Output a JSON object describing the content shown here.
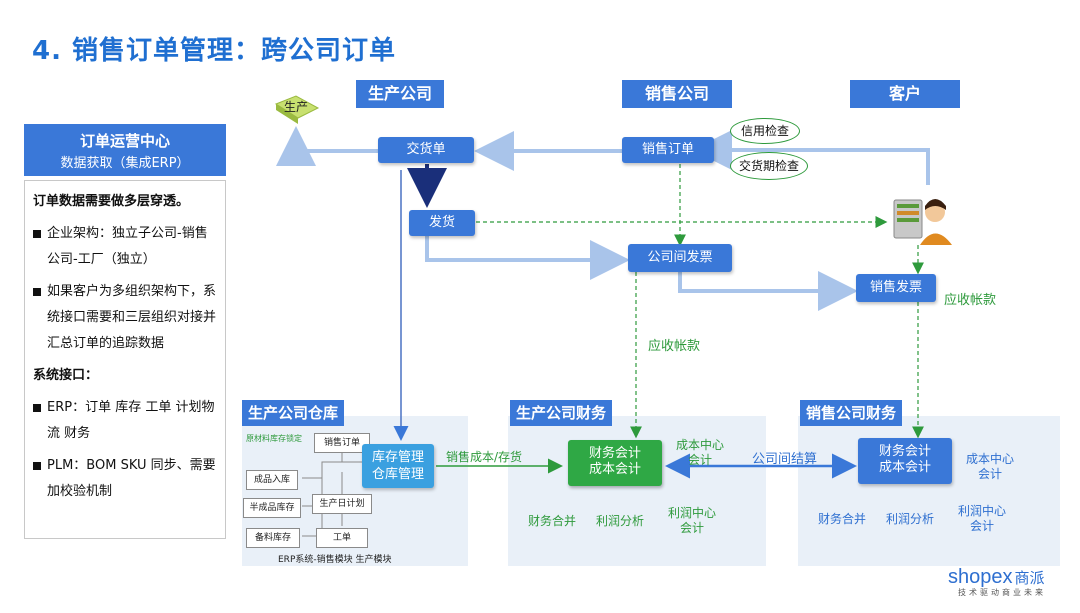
{
  "title": "4. 销售订单管理：跨公司订单",
  "left_panel": {
    "header_line1": "订单运营中心",
    "header_line2": "数据获取（集成ERP）",
    "intro": "订单数据需要做多层穿透。",
    "bullets_a": [
      "企业架构：独立子公司-销售公司-工厂（独立）",
      "如果客户为多组织架构下，系统接口需要和三层组织对接并汇总订单的追踪数据"
    ],
    "interface_label": "系统接口：",
    "bullets_b": [
      "ERP：订单 库存 工单 计划物流 财务",
      "PLM：BOM SKU 同步、需要加校验机制"
    ]
  },
  "columns": {
    "production": "生产公司",
    "sales": "销售公司",
    "customer": "客户"
  },
  "flow": {
    "production_tag": "生产",
    "delivery_note": "交货单",
    "sales_order": "销售订单",
    "credit_check": "信用检查",
    "delivery_date_check": "交货期检查",
    "ship": "发货",
    "intercompany_invoice": "公司间发票",
    "sales_invoice": "销售发票",
    "receivable_right": "应收帐款",
    "receivable_mid": "应收帐款"
  },
  "warehouse": {
    "title": "生产公司仓库",
    "lock_label": "原材料库存锁定",
    "sales_order": "销售订单",
    "finished_in": "成品入库",
    "semi_stock": "半成品库存",
    "spare_stock": "备料库存",
    "daily_plan": "生产日计划",
    "work_order": "工单",
    "inv_line1": "库存管理",
    "inv_line2": "仓库管理",
    "footer": "ERP系统-销售模块 生产模块",
    "cost_flow": "销售成本/存货"
  },
  "prod_finance": {
    "title": "生产公司财务",
    "main_line1": "财务会计",
    "main_line2": "成本会计",
    "cost_center_1": "成本中心",
    "cost_center_2": "会计",
    "consolidation": "财务合并",
    "profit_analysis": "利润分析",
    "profit_center_1": "利润中心",
    "profit_center_2": "会计"
  },
  "intercompany_settlement": "公司间结算",
  "sales_finance": {
    "title": "销售公司财务",
    "main_line1": "财务会计",
    "main_line2": "成本会计",
    "cost_center_1": "成本中心",
    "cost_center_2": "会计",
    "consolidation": "财务合并",
    "profit_analysis": "利润分析",
    "profit_center_1": "利润中心",
    "profit_center_2": "会计"
  },
  "brand": {
    "name": "shopex",
    "cn": "商派",
    "slogan": "技术驱动商业未来"
  },
  "colors": {
    "primary": "#3a78d8",
    "green": "#2fa845",
    "title": "#1f6fd1"
  }
}
